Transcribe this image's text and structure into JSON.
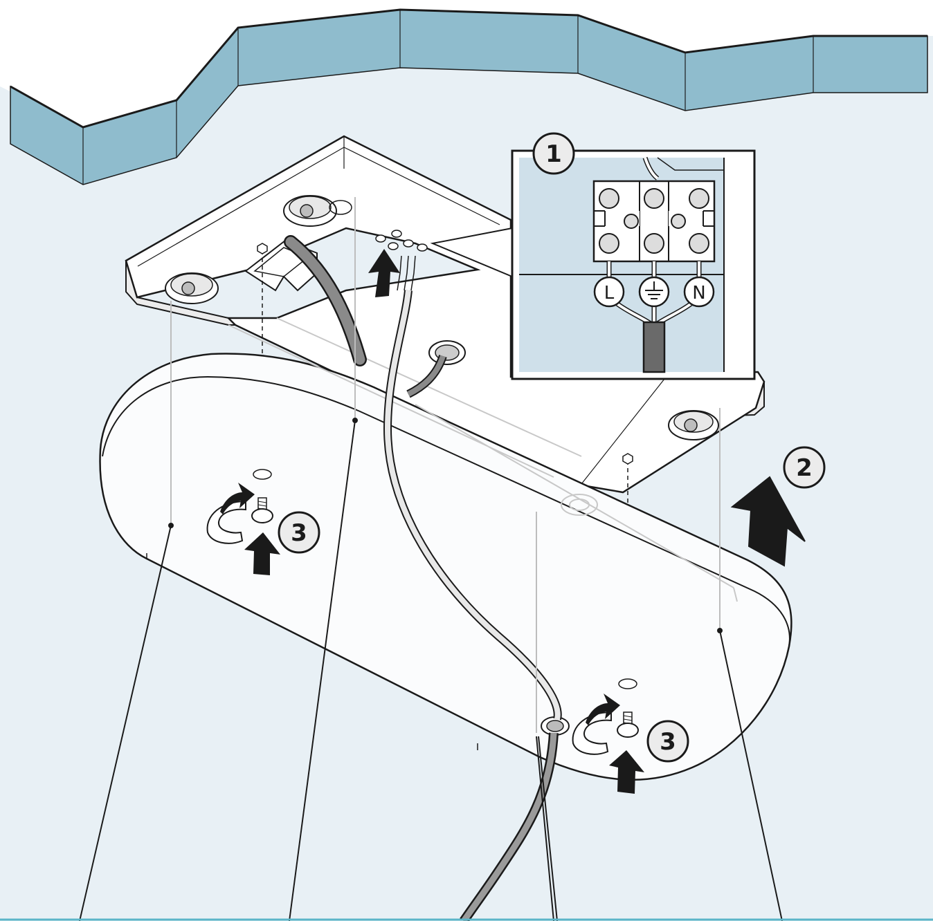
{
  "colors": {
    "wall": "#e8f0f5",
    "ceiling_band": "#8fbccd",
    "ceiling_top": "#ffffff",
    "panel_fill": "#cfe0ea",
    "fixture_fill": "#fbfcfd",
    "bracket_fill": "#ffffff",
    "line": "#1a1a1a",
    "cable_grey": "#8a8a8a",
    "cable_dark": "#555555",
    "step_badge_fill": "#ececec"
  },
  "steps": {
    "wiring": "1",
    "lift": "2",
    "screw_left": "3",
    "screw_right": "3"
  },
  "terminals": {
    "live": "L",
    "neutral": "N",
    "earth_icon": "earth-ground-icon"
  },
  "icons": {
    "up_arrow": "up-arrow-icon",
    "rotate_arrow": "rotate-arrow-icon",
    "screw": "screw-icon",
    "ceiling_screw": "ceiling-screw-icon"
  }
}
